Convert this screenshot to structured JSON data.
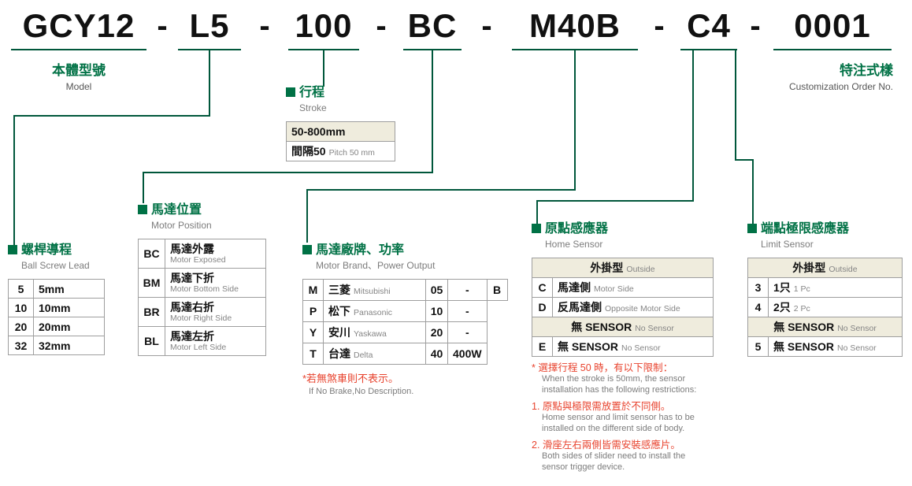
{
  "colors": {
    "accent_green": "#007145",
    "line_green": "#00573B",
    "note_red": "#E8432E",
    "shade_beige": "#EFECDD",
    "text_gray": "#7C7C7C"
  },
  "model_code": {
    "separator": "-",
    "segments": [
      "GCY12",
      "L5",
      "100",
      "BC",
      "M40B",
      "C4",
      "0001"
    ]
  },
  "sections": {
    "model": {
      "title_zh": "本體型號",
      "title_en": "Model"
    },
    "customization": {
      "title_zh": "特注式樣",
      "title_en": "Customization Order No."
    },
    "stroke": {
      "title_zh": "行程",
      "title_en": "Stroke",
      "range": "50-800mm",
      "pitch_zh": "間隔50",
      "pitch_en": "Pitch 50 mm"
    },
    "ball_screw_lead": {
      "title_zh": "螺桿導程",
      "title_en": "Ball Screw Lead",
      "rows": [
        {
          "code": "5",
          "value": "5mm"
        },
        {
          "code": "10",
          "value": "10mm"
        },
        {
          "code": "20",
          "value": "20mm"
        },
        {
          "code": "32",
          "value": "32mm"
        }
      ]
    },
    "motor_position": {
      "title_zh": "馬達位置",
      "title_en": "Motor Position",
      "rows": [
        {
          "code": "BC",
          "zh": "馬達外露",
          "en": "Motor Exposed"
        },
        {
          "code": "BM",
          "zh": "馬達下折",
          "en": "Motor Bottom Side"
        },
        {
          "code": "BR",
          "zh": "馬達右折",
          "en": "Motor Right Side"
        },
        {
          "code": "BL",
          "zh": "馬達左折",
          "en": "Motor Left Side"
        }
      ]
    },
    "motor_brand": {
      "title_zh": "馬達廠牌、功率",
      "title_en": "Motor Brand、Power Output",
      "rows": [
        {
          "code": "M",
          "zh": "三菱",
          "en": "Mitsubishi",
          "power_code": "05",
          "power": "-",
          "brake": "B"
        },
        {
          "code": "P",
          "zh": "松下",
          "en": "Panasonic",
          "power_code": "10",
          "power": "-"
        },
        {
          "code": "Y",
          "zh": "安川",
          "en": "Yaskawa",
          "power_code": "20",
          "power": "-"
        },
        {
          "code": "T",
          "zh": "台達",
          "en": "Delta",
          "power_code": "40",
          "power": "400W"
        }
      ],
      "note_zh": "*若無煞車則不表示。",
      "note_en": "If No Brake,No Description."
    },
    "home_sensor": {
      "title_zh": "原點感應器",
      "title_en": "Home Sensor",
      "group_outside_zh": "外掛型",
      "group_outside_en": "Outside",
      "rows": [
        {
          "code": "C",
          "zh": "馬達側",
          "en": "Motor Side"
        },
        {
          "code": "D",
          "zh": "反馬達側",
          "en": "Opposite Motor Side"
        }
      ],
      "group_none_zh": "無 SENSOR",
      "group_none_en": "No Sensor",
      "row_none": {
        "code": "E",
        "zh": "無 SENSOR",
        "en": "No Sensor"
      },
      "note": {
        "head_zh": "* 選擇行程 50 時，有以下限制：",
        "head_en1": "When the stroke is 50mm, the sensor",
        "head_en2": "installation has the following restrictions:",
        "item1_zh": "1. 原點與極限需放置於不同側。",
        "item1_en1": "Home sensor and limit sensor has to be",
        "item1_en2": "installed on the different side of body.",
        "item2_zh": "2. 滑座左右兩側皆需安裝感應片。",
        "item2_en1": "Both sides of slider need to install the",
        "item2_en2": "sensor trigger device."
      }
    },
    "limit_sensor": {
      "title_zh": "端點極限感應器",
      "title_en": "Limit Sensor",
      "group_outside_zh": "外掛型",
      "group_outside_en": "Outside",
      "rows": [
        {
          "code": "3",
          "zh": "1只",
          "en": "1 Pc"
        },
        {
          "code": "4",
          "zh": "2只",
          "en": "2 Pc"
        }
      ],
      "group_none_zh": "無 SENSOR",
      "group_none_en": "No Sensor",
      "row_none": {
        "code": "5",
        "zh": "無 SENSOR",
        "en": "No Sensor"
      }
    }
  }
}
